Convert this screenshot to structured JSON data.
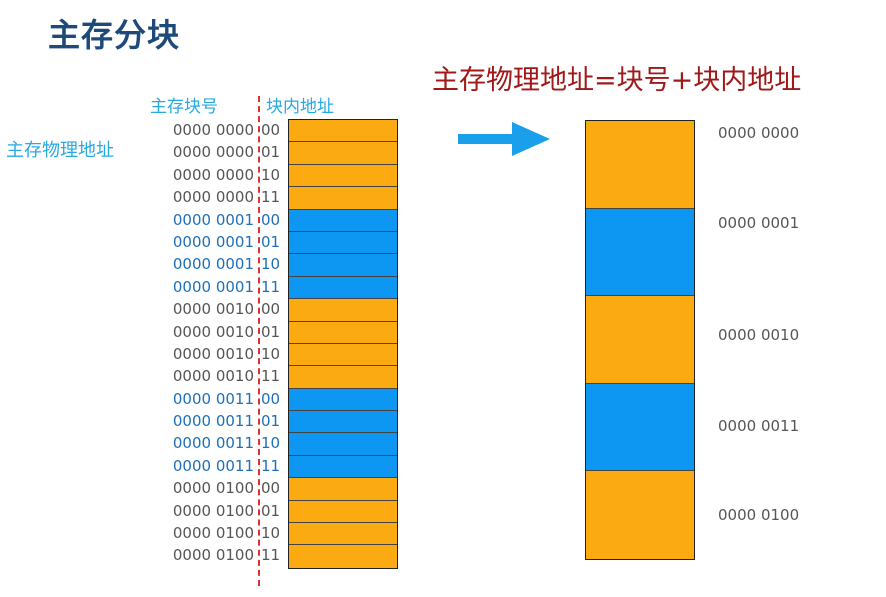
{
  "title": "主存分块",
  "formula": "主存物理地址=块号+块内地址",
  "headers": {
    "block_number": "主存块号",
    "inner_address": "块内地址"
  },
  "side_label": "主存物理地址",
  "colors": {
    "orange": "#fbaa12",
    "blue": "#0d96f2",
    "text_gray": "#555555",
    "text_blue": "#1e6fb8",
    "header_cyan": "#27a9e1",
    "arrow": "#1aa0ea"
  },
  "addresses": [
    {
      "block": "0000 0000",
      "inner": "00",
      "color": "orange"
    },
    {
      "block": "0000 0000",
      "inner": "01",
      "color": "orange"
    },
    {
      "block": "0000 0000",
      "inner": "10",
      "color": "orange"
    },
    {
      "block": "0000 0000",
      "inner": "11",
      "color": "orange"
    },
    {
      "block": "0000 0001",
      "inner": "00",
      "color": "blue"
    },
    {
      "block": "0000 0001",
      "inner": "01",
      "color": "blue"
    },
    {
      "block": "0000 0001",
      "inner": "10",
      "color": "blue"
    },
    {
      "block": "0000 0001",
      "inner": "11",
      "color": "blue"
    },
    {
      "block": "0000 0010",
      "inner": "00",
      "color": "orange"
    },
    {
      "block": "0000 0010",
      "inner": "01",
      "color": "orange"
    },
    {
      "block": "0000 0010",
      "inner": "10",
      "color": "orange"
    },
    {
      "block": "0000 0010",
      "inner": "11",
      "color": "orange"
    },
    {
      "block": "0000 0011",
      "inner": "00",
      "color": "blue"
    },
    {
      "block": "0000 0011",
      "inner": "01",
      "color": "blue"
    },
    {
      "block": "0000 0011",
      "inner": "10",
      "color": "blue"
    },
    {
      "block": "0000 0011",
      "inner": "11",
      "color": "blue"
    },
    {
      "block": "0000 0100",
      "inner": "00",
      "color": "orange"
    },
    {
      "block": "0000 0100",
      "inner": "01",
      "color": "orange"
    },
    {
      "block": "0000 0100",
      "inner": "10",
      "color": "orange"
    },
    {
      "block": "0000 0100",
      "inner": "11",
      "color": "orange"
    }
  ],
  "blocks": [
    {
      "label": "0000 0000",
      "color": "orange"
    },
    {
      "label": "0000 0001",
      "color": "blue"
    },
    {
      "label": "0000 0010",
      "color": "orange"
    },
    {
      "label": "0000 0011",
      "color": "blue"
    },
    {
      "label": "0000 0100",
      "color": "orange"
    }
  ]
}
